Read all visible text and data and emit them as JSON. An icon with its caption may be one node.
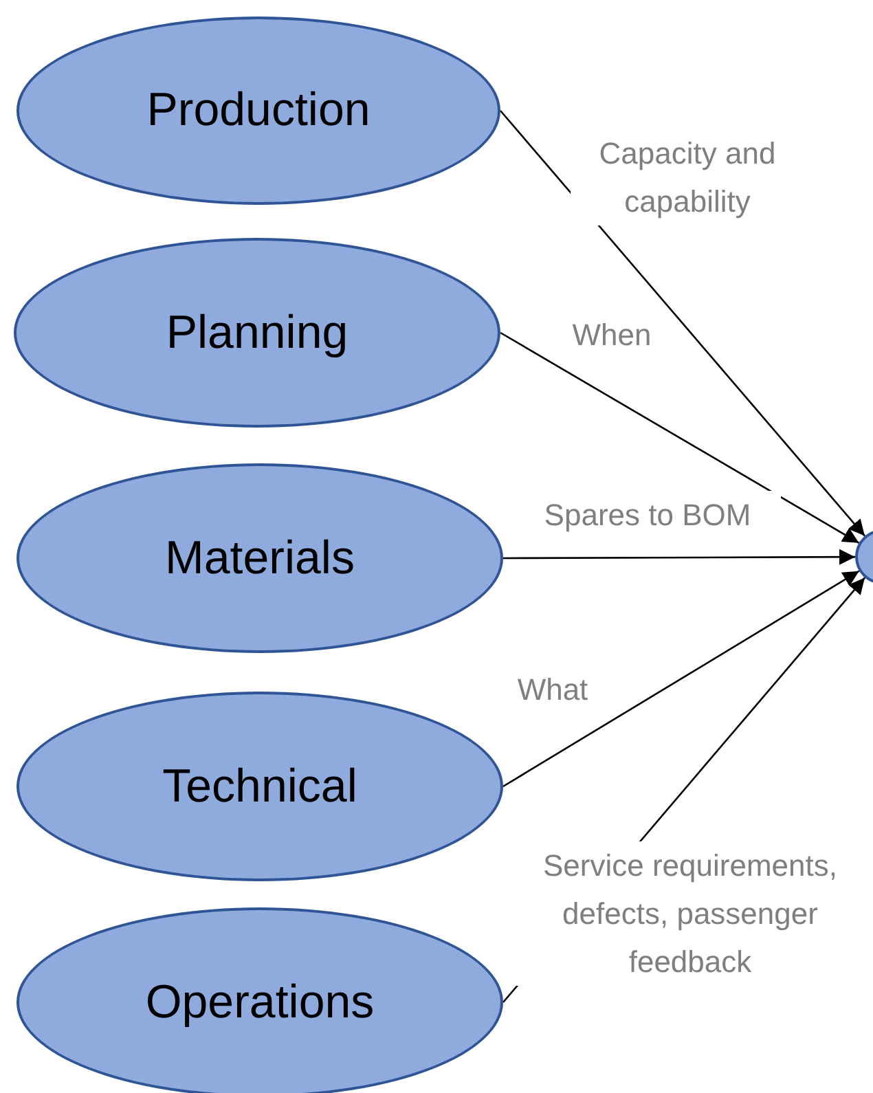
{
  "diagram": {
    "nodes": [
      {
        "text": [
          "Production"
        ]
      },
      {
        "text": [
          "Planning"
        ]
      },
      {
        "text": [
          "Materials"
        ]
      },
      {
        "text": [
          "Technical"
        ]
      },
      {
        "text": [
          "Operations"
        ]
      },
      {
        "text": [],
        "shape": "circle"
      }
    ],
    "edges": [
      {
        "from": 0,
        "to": 5,
        "arrow": "to",
        "label": "Capacity and capability"
      },
      {
        "from": 1,
        "to": 5,
        "arrow": "to",
        "label": "When"
      },
      {
        "from": 2,
        "to": 5,
        "arrow": "to",
        "label": "Spares to BOM"
      },
      {
        "from": 3,
        "to": 5,
        "arrow": "to",
        "label": "What"
      },
      {
        "from": 4,
        "to": 5,
        "arrow": "to",
        "label": "Service requirements, defects, passenger feedback"
      }
    ]
  }
}
